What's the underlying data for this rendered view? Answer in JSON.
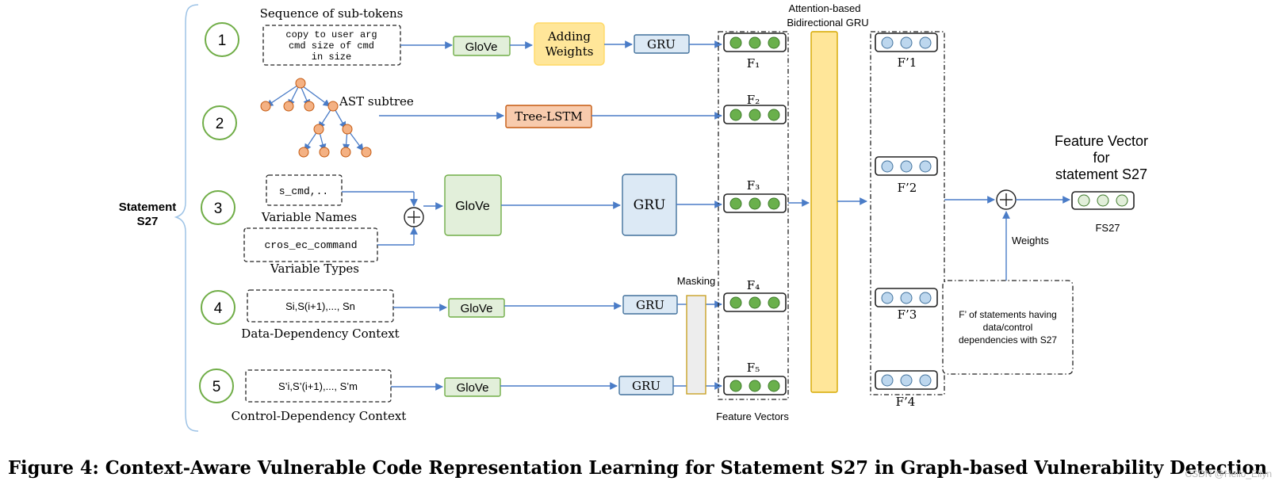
{
  "statement": {
    "line1": "Statement",
    "line2": "S27"
  },
  "rows": {
    "r1": {
      "number": "1",
      "label": "Sequence of sub-tokens",
      "code": [
        "copy to user arg",
        "cmd size of cmd",
        "in size"
      ]
    },
    "r2": {
      "number": "2",
      "label": "AST subtree"
    },
    "r3": {
      "number": "3",
      "var_names_code": "s_cmd,..",
      "var_names_label": "Variable Names",
      "var_types_code": "cros_ec_command",
      "var_types_label": "Variable Types"
    },
    "r4": {
      "number": "4",
      "code": "Si,S(i+1),..., Sn",
      "label": "Data-Dependency Context"
    },
    "r5": {
      "number": "5",
      "code": "S’i,S’(i+1),..., S’m",
      "label": "Control-Dependency Context"
    }
  },
  "blocks": {
    "glove": "GloVe",
    "adding_weights": [
      "Adding",
      "Weights"
    ],
    "gru": "GRU",
    "tree_lstm": "Tree-LSTM",
    "masking": "Masking"
  },
  "features": {
    "f": [
      "F₁",
      "F₂",
      "F₃",
      "F₄",
      "F₅"
    ],
    "f_prime": [
      "F’1",
      "F’2",
      "F’3",
      "F’4"
    ],
    "caption": "Feature Vectors"
  },
  "attention": {
    "line1": "Attention-based",
    "line2": "Bidirectional GRU"
  },
  "weights_label": "Weights",
  "dependencies_note": [
    "F’ of statements having",
    "data/control",
    "dependencies with S27"
  ],
  "output": {
    "title": [
      "Feature Vector",
      "for",
      "statement S27"
    ],
    "label": "FS27"
  },
  "figure_caption": "Figure 4: Context-Aware Vulnerable Code Representation Learning for Statement S27 in Graph-based Vulnerability Detection",
  "watermark": "CSDN @Hello_Ellyn",
  "colors": {
    "arrow": "#4a7cc7",
    "glove_fill": "#e2efda",
    "glove_stroke": "#70ad47",
    "gru_fill": "#dce9f5",
    "gru_stroke": "#41719c",
    "weights_fill": "#ffe699",
    "weights_stroke": "#ffd966",
    "tree_lstm_fill": "#f8cbad",
    "tree_lstm_stroke": "#c55a11",
    "attention_fill": "#ffe699",
    "attention_stroke": "#d6a800",
    "masking_fill": "#ededed",
    "masking_stroke": "#c9a227",
    "circle_green": "#6ab04c",
    "circle_blue": "#bdd7ee",
    "circle_light_green": "#e2efda",
    "number_circle": "#70ad47",
    "ast_node": "#f4b183"
  }
}
